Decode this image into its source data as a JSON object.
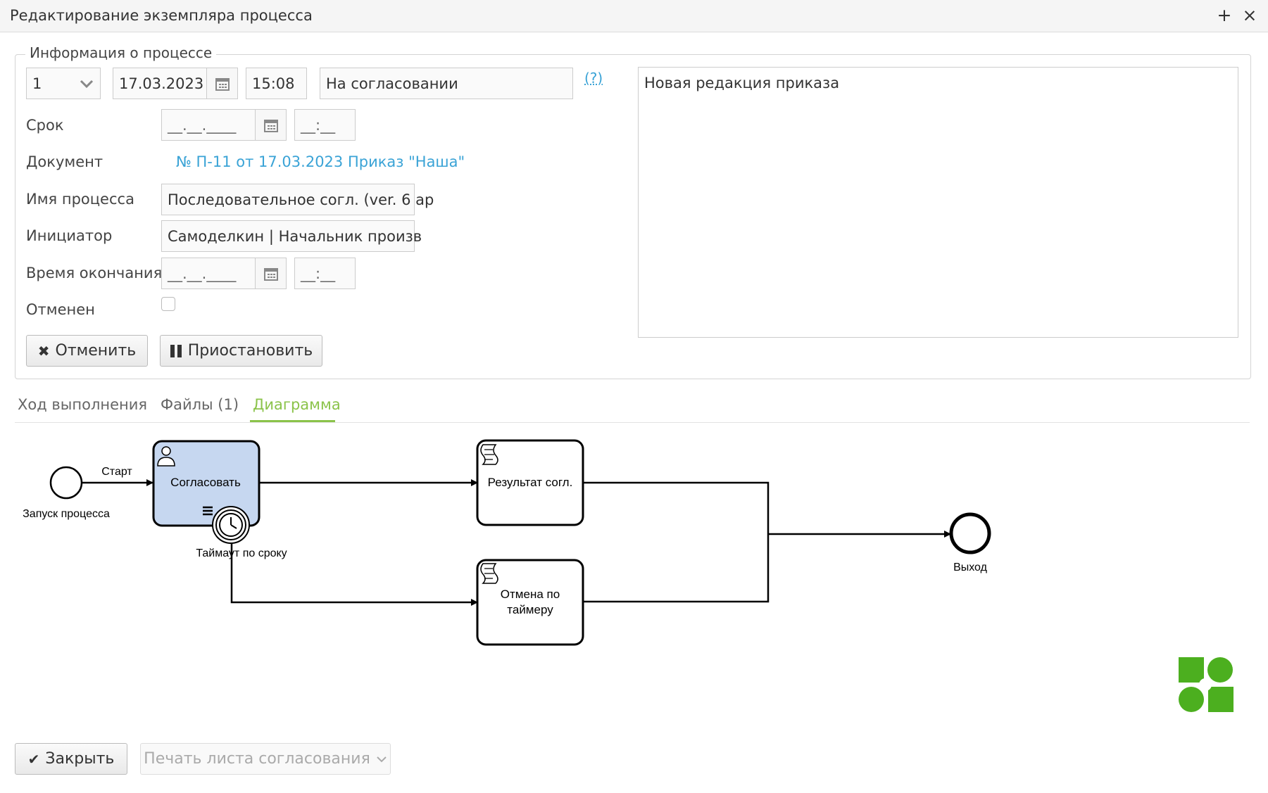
{
  "window": {
    "title": "Редактирование экземпляра процесса",
    "maximize_glyph": "+",
    "close_glyph": "×"
  },
  "info": {
    "legend": "Информация о процессе",
    "number_value": "1",
    "date_value": "17.03.2023",
    "time_value": "15:08",
    "status_value": "На согласовании",
    "help_link": "(?)",
    "comment_value": "Новая редакция приказа"
  },
  "form": {
    "deadline_label": "Срок",
    "deadline_date_value": "__.__.____",
    "deadline_time_value": "__:__",
    "document_label": "Документ",
    "document_link": "№ П-11 от 17.03.2023 Приказ \"Наша\"",
    "process_name_label": "Имя процесса",
    "process_name_value": "Последовательное согл. (ver. 6 ap",
    "initiator_label": "Инициатор",
    "initiator_value": "Самоделкин | Начальник произв",
    "end_time_label": "Время окончания",
    "end_date_value": "__.__.____",
    "end_time_value": "__:__",
    "cancelled_label": "Отменен",
    "cancelled_checked": false
  },
  "actions": {
    "cancel_label": "Отменить",
    "pause_label": "Приостановить"
  },
  "tabs": [
    {
      "label": "Ход выполнения",
      "active": false
    },
    {
      "label": "Файлы (1)",
      "active": false
    },
    {
      "label": "Диаграмма",
      "active": true
    }
  ],
  "diagram": {
    "start_event_label": "Запуск процесса",
    "flow_start_label": "Старт",
    "task_approve_label": "Согласовать",
    "timer_label": "Таймаут по сроку",
    "task_result_label": "Результат согл.",
    "task_cancel_line1": "Отмена по",
    "task_cancel_line2": "таймеру",
    "end_event_label": "Выход",
    "active_task_color": "#c6d7f0"
  },
  "footer": {
    "close_label": "Закрыть",
    "print_label": "Печать листа согласования"
  },
  "colors": {
    "accent": "#8bc34a",
    "link": "#3aa3d6",
    "logo": "#4caf1f"
  }
}
